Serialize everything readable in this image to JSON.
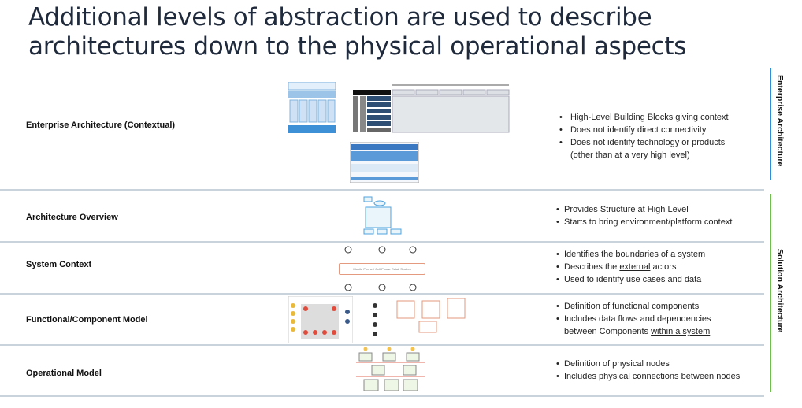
{
  "slide": {
    "title_line1": "Additional levels of abstraction are used to describe",
    "title_line2": "architectures down to the physical operational aspects"
  },
  "side_labels": {
    "enterprise": "Enterprise Architecture",
    "solution": "Solution Architecture",
    "enterprise_color": "#2a8fd8",
    "solution_color": "#6cc04a"
  },
  "rows": [
    {
      "label": "Enterprise Architecture (Contextual)",
      "bullets": [
        {
          "pre": "High-Level Building Blocks giving context",
          "u": "",
          "post": ""
        },
        {
          "pre": "Does not identify direct connectivity",
          "u": "",
          "post": ""
        },
        {
          "pre": "Does not identify technology or products",
          "u": "",
          "post": ""
        },
        {
          "pre": "(other than at a very high level)",
          "u": "",
          "post": ""
        }
      ]
    },
    {
      "label": "Architecture Overview",
      "bullets": [
        {
          "pre": "Provides Structure at High Level",
          "u": "",
          "post": ""
        },
        {
          "pre": "Starts to bring environment/platform context",
          "u": "",
          "post": ""
        }
      ]
    },
    {
      "label": "System Context",
      "diagram_text": "Mobile Phone / Cell Phone Retail System",
      "bullets": [
        {
          "pre": "Identifies the boundaries of a system",
          "u": "",
          "post": ""
        },
        {
          "pre": "Describes the ",
          "u": "external",
          "post": " actors"
        },
        {
          "pre": "Used to identify use cases and data",
          "u": "",
          "post": ""
        }
      ]
    },
    {
      "label": "Functional/Component Model",
      "bullets": [
        {
          "pre": "Definition of functional components",
          "u": "",
          "post": ""
        },
        {
          "pre": "Includes data flows and dependencies",
          "u": "",
          "post": ""
        },
        {
          "pre": "between Components ",
          "u": "within a system",
          "post": ""
        }
      ]
    },
    {
      "label": "Operational Model",
      "bullets": [
        {
          "pre": "Definition of physical nodes",
          "u": "",
          "post": ""
        },
        {
          "pre": "Includes physical connections between nodes",
          "u": "",
          "post": ""
        }
      ]
    }
  ]
}
